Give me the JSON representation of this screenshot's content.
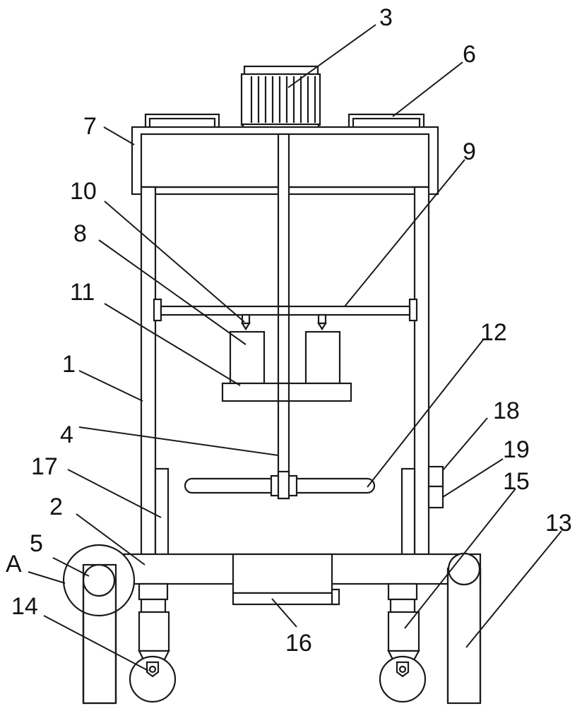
{
  "diagram": {
    "labels": [
      "3",
      "6",
      "7",
      "9",
      "10",
      "8",
      "11",
      "12",
      "1",
      "18",
      "4",
      "19",
      "17",
      "15",
      "2",
      "13",
      "5",
      "A",
      "14",
      "16"
    ]
  }
}
